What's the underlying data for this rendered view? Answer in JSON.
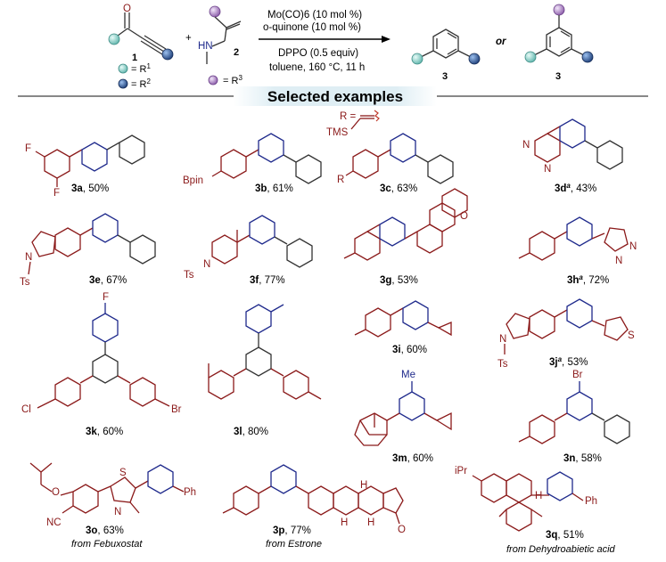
{
  "reaction": {
    "reactant1_label": "1",
    "reactant2_label": "2",
    "plus": "+",
    "atom_O": "O",
    "atom_HN": "HN",
    "legend_R1": "= R",
    "legend_R1_sup": "1",
    "legend_R2": "= R",
    "legend_R2_sup": "2",
    "legend_R3": "= R",
    "legend_R3_sup": "3",
    "conditions": [
      "Mo(CO)6 (10 mol %)",
      "o-quinone (10 mol %)",
      "DPPO (0.5 equiv)",
      "toluene, 160 °C, 11 h"
    ],
    "product_label": "3",
    "or_text": "or",
    "product2_label": "3",
    "colors": {
      "R1": "#8fd0c8",
      "R2": "#2a4f8f",
      "R3": "#b08ac8",
      "arrow": "#000000"
    }
  },
  "header": "Selected examples",
  "examples": [
    {
      "id": "3a",
      "yield": "50%",
      "atoms": [
        "F",
        "F"
      ]
    },
    {
      "id": "3b",
      "yield": "61%",
      "atoms": [
        "Bpin"
      ]
    },
    {
      "id": "3c",
      "yield": "63%",
      "atoms": [
        "R =",
        "TMS",
        "R"
      ]
    },
    {
      "id": "3d",
      "sup": "a",
      "yield": "43%",
      "atoms": [
        "N",
        "N"
      ]
    },
    {
      "id": "3e",
      "yield": "67%",
      "atoms": [
        "N",
        "Ts"
      ]
    },
    {
      "id": "3f",
      "yield": "77%",
      "atoms": [
        "Ts",
        "N"
      ]
    },
    {
      "id": "3g",
      "yield": "53%",
      "atoms": [
        "O"
      ]
    },
    {
      "id": "3h",
      "sup": "a",
      "yield": "72%",
      "atoms": [
        "N",
        "N"
      ]
    },
    {
      "id": "3i",
      "yield": "60%",
      "atoms": []
    },
    {
      "id": "3j",
      "sup": "a",
      "yield": "53%",
      "atoms": [
        "N",
        "Ts",
        "S"
      ]
    },
    {
      "id": "3k",
      "yield": "60%",
      "atoms": [
        "F",
        "Cl",
        "Br"
      ]
    },
    {
      "id": "3l",
      "yield": "80%",
      "atoms": []
    },
    {
      "id": "3m",
      "yield": "60%",
      "atoms": [
        "Me"
      ]
    },
    {
      "id": "3n",
      "yield": "58%",
      "atoms": [
        "Br"
      ]
    },
    {
      "id": "3o",
      "yield": "63%",
      "atoms": [
        "O",
        "S",
        "N",
        "Ph",
        "NC"
      ],
      "source": "from Febuxostat"
    },
    {
      "id": "3p",
      "yield": "77%",
      "atoms": [
        "H",
        "H",
        "H",
        "O"
      ],
      "source": "from Estrone"
    },
    {
      "id": "3q",
      "yield": "51%",
      "atoms": [
        "iPr",
        "H",
        "Ph"
      ],
      "source": "from Dehydroabietic acid"
    }
  ]
}
